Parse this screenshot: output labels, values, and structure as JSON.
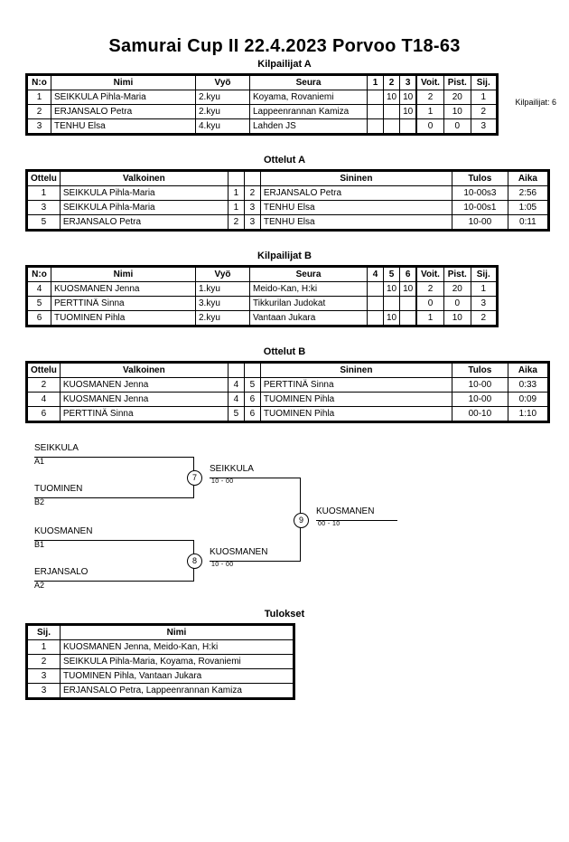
{
  "header": {
    "title": "Samurai Cup II  22.4.2023  Porvoo   T18-63",
    "entrants_label": "Kilpailijat: 6"
  },
  "pool_a": {
    "title": "Kilpailijat A",
    "columns": [
      "N:o",
      "Nimi",
      "Vyö",
      "Seura",
      "1",
      "2",
      "3",
      "Voit.",
      "Pist.",
      "Sij."
    ],
    "rows": [
      {
        "no": "1",
        "name": "SEIKKULA Pihla-Maria",
        "belt": "2.kyu",
        "club": "Koyama, Rovaniemi",
        "s1": "",
        "s2": "10",
        "s3": "10",
        "wins": "2",
        "points": "20",
        "rank": "1"
      },
      {
        "no": "2",
        "name": "ERJANSALO Petra",
        "belt": "2.kyu",
        "club": "Lappeenrannan Kamiza",
        "s1": "",
        "s2": "",
        "s3": "10",
        "wins": "1",
        "points": "10",
        "rank": "2"
      },
      {
        "no": "3",
        "name": "TENHU Elsa",
        "belt": "4.kyu",
        "club": "Lahden JS",
        "s1": "",
        "s2": "",
        "s3": "",
        "wins": "0",
        "points": "0",
        "rank": "3"
      }
    ]
  },
  "matches_a": {
    "title": "Ottelut A",
    "columns": [
      "Ottelu",
      "Valkoinen",
      "",
      "",
      "Sininen",
      "Tulos",
      "Aika"
    ],
    "rows": [
      {
        "match": "1",
        "white": "SEIKKULA Pihla-Maria",
        "wno": "1",
        "bno": "2",
        "blue": "ERJANSALO Petra",
        "result": "10-00s3",
        "time": "2:56"
      },
      {
        "match": "3",
        "white": "SEIKKULA Pihla-Maria",
        "wno": "1",
        "bno": "3",
        "blue": "TENHU Elsa",
        "result": "10-00s1",
        "time": "1:05"
      },
      {
        "match": "5",
        "white": "ERJANSALO Petra",
        "wno": "2",
        "bno": "3",
        "blue": "TENHU Elsa",
        "result": "10-00",
        "time": "0:11"
      }
    ]
  },
  "pool_b": {
    "title": "Kilpailijat B",
    "columns": [
      "N:o",
      "Nimi",
      "Vyö",
      "Seura",
      "4",
      "5",
      "6",
      "Voit.",
      "Pist.",
      "Sij."
    ],
    "rows": [
      {
        "no": "4",
        "name": "KUOSMANEN Jenna",
        "belt": "1.kyu",
        "club": "Meido-Kan, H:ki",
        "s1": "",
        "s2": "10",
        "s3": "10",
        "wins": "2",
        "points": "20",
        "rank": "1"
      },
      {
        "no": "5",
        "name": "PERTTINÄ Sinna",
        "belt": "3.kyu",
        "club": "Tikkurilan Judokat",
        "s1": "",
        "s2": "",
        "s3": "",
        "wins": "0",
        "points": "0",
        "rank": "3"
      },
      {
        "no": "6",
        "name": "TUOMINEN Pihla",
        "belt": "2.kyu",
        "club": "Vantaan Jukara",
        "s1": "",
        "s2": "10",
        "s3": "",
        "wins": "1",
        "points": "10",
        "rank": "2"
      }
    ]
  },
  "matches_b": {
    "title": "Ottelut B",
    "columns": [
      "Ottelu",
      "Valkoinen",
      "",
      "",
      "Sininen",
      "Tulos",
      "Aika"
    ],
    "rows": [
      {
        "match": "2",
        "white": "KUOSMANEN Jenna",
        "wno": "4",
        "bno": "5",
        "blue": "PERTTINÄ Sinna",
        "result": "10-00",
        "time": "0:33"
      },
      {
        "match": "4",
        "white": "KUOSMANEN Jenna",
        "wno": "4",
        "bno": "6",
        "blue": "TUOMINEN Pihla",
        "result": "10-00",
        "time": "0:09"
      },
      {
        "match": "6",
        "white": "PERTTINÄ Sinna",
        "wno": "5",
        "bno": "6",
        "blue": "TUOMINEN Pihla",
        "result": "00-10",
        "time": "1:10"
      }
    ]
  },
  "bracket": {
    "entries": [
      {
        "name": "SEIKKULA",
        "seed": "A1"
      },
      {
        "name": "TUOMINEN",
        "seed": "B2"
      },
      {
        "name": "KUOSMANEN",
        "seed": "B1"
      },
      {
        "name": "ERJANSALO",
        "seed": "A2"
      }
    ],
    "nodes": [
      {
        "number": "7",
        "winner": "SEIKKULA",
        "score": "10 - 00"
      },
      {
        "number": "8",
        "winner": "KUOSMANEN",
        "score": "10 - 00"
      },
      {
        "number": "9",
        "winner": "KUOSMANEN",
        "score": "00 - 10"
      }
    ]
  },
  "results": {
    "title": "Tulokset",
    "columns": [
      "Sij.",
      "Nimi"
    ],
    "rows": [
      {
        "rank": "1",
        "name": "KUOSMANEN Jenna, Meido-Kan, H:ki"
      },
      {
        "rank": "2",
        "name": "SEIKKULA Pihla-Maria, Koyama, Rovaniemi"
      },
      {
        "rank": "3",
        "name": "TUOMINEN Pihla, Vantaan Jukara"
      },
      {
        "rank": "3",
        "name": "ERJANSALO Petra, Lappeenrannan Kamiza"
      }
    ]
  }
}
